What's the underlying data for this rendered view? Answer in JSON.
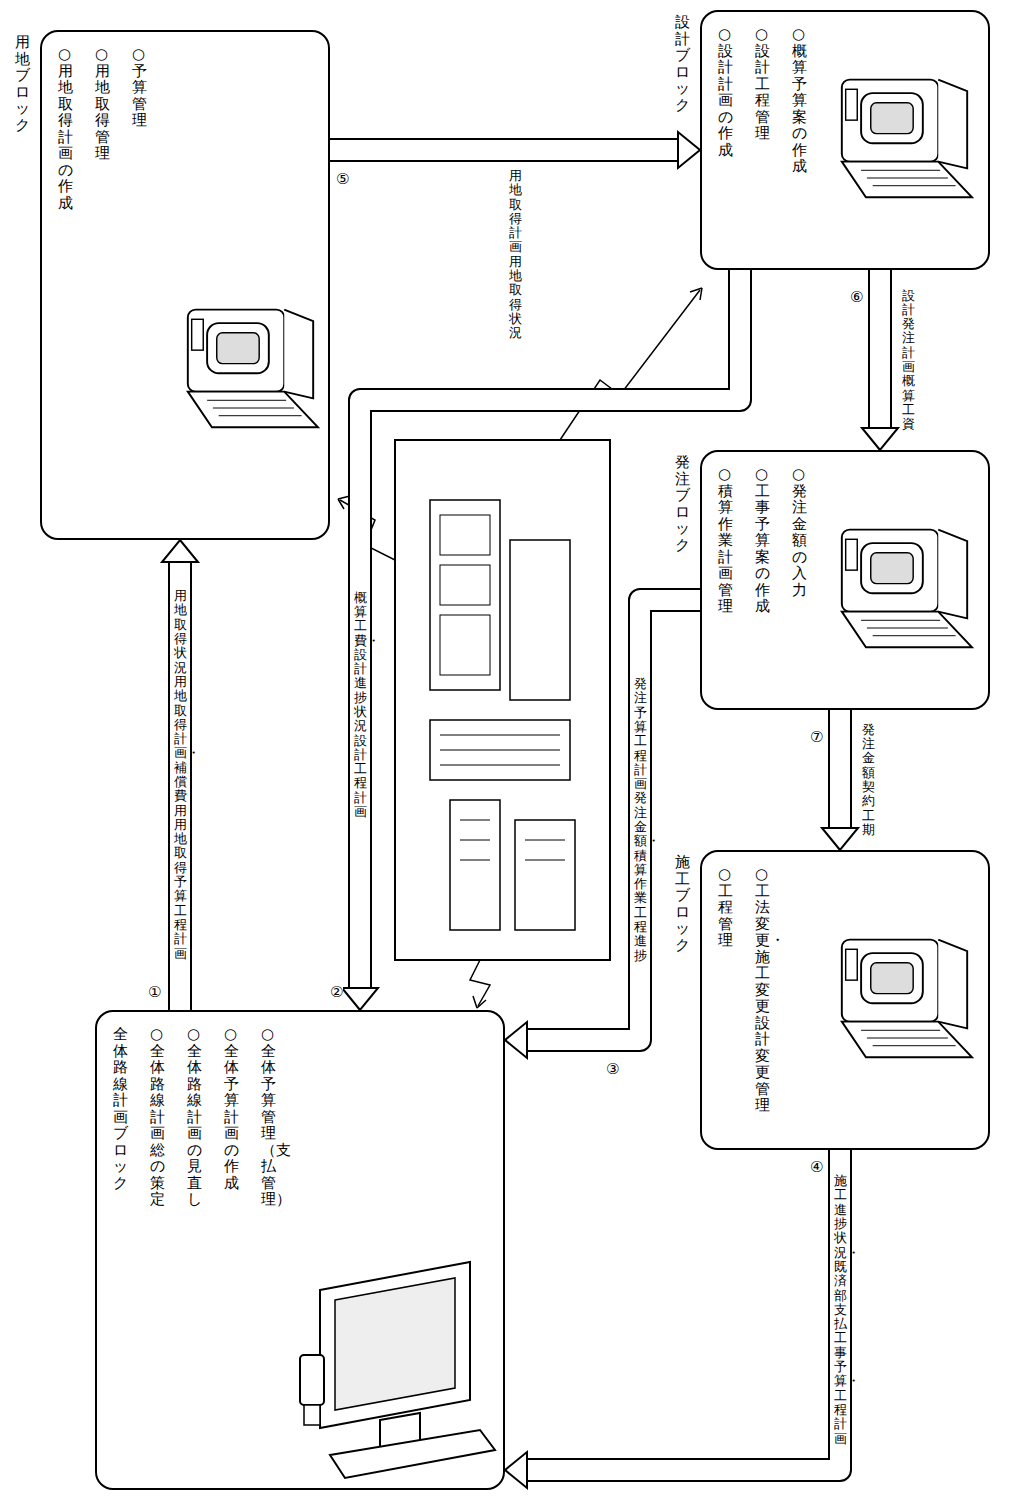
{
  "diagram": {
    "nodes": [
      {
        "text": [
          "全体路線計画ブロック",
          "○全体路線計画総の策定",
          "○全体路線計画の見直し",
          "○全体予算計画の作成",
          "○全体予算管理（支払管理）"
        ]
      },
      {
        "text": [
          "用地ブロック",
          "○用地取得計画の作成",
          "○用地取得管理",
          "○予算管理"
        ]
      },
      {
        "text": [
          "設計ブロック",
          "○設計計画の作成",
          "○設計工程管理",
          "○概算予算案の作成"
        ]
      },
      {
        "text": [
          "発注ブロック",
          "○積算作業計画管理",
          "○工事予算案の作成",
          "○発注金額の入力"
        ]
      },
      {
        "text": [
          "施工ブロック",
          "○工程管理",
          "○工法変更・施工変更 設計変更管理"
        ]
      }
    ],
    "edges": [
      {
        "from": 0,
        "to": 1,
        "arrow": "to",
        "label": "用地取得状況 用地取得計画・補償費用 用地取得予算工程計画"
      },
      {
        "from": 2,
        "to": 0,
        "arrow": "to",
        "label": "概算工費・設計進捗状況 設計工程計画"
      },
      {
        "from": 3,
        "to": 0,
        "arrow": "to",
        "label": "発注予算工程計画 発注金額・積算作業工程進捗"
      },
      {
        "from": 4,
        "to": 0,
        "arrow": "to",
        "label": "施工進捗状況・既済部支払 工事予算・工程計画"
      },
      {
        "from": 1,
        "to": 2,
        "arrow": "to",
        "label": "用地取得計画 用地取得状況"
      },
      {
        "from": 2,
        "to": 3,
        "arrow": "to",
        "label": "設計発注計画 概算工資"
      },
      {
        "from": 3,
        "to": 4,
        "arrow": "to",
        "label": "発注金額 契約工期"
      }
    ],
    "labels": [
      "①",
      "②",
      "③",
      "④",
      "⑤",
      "⑥",
      "⑦"
    ]
  }
}
